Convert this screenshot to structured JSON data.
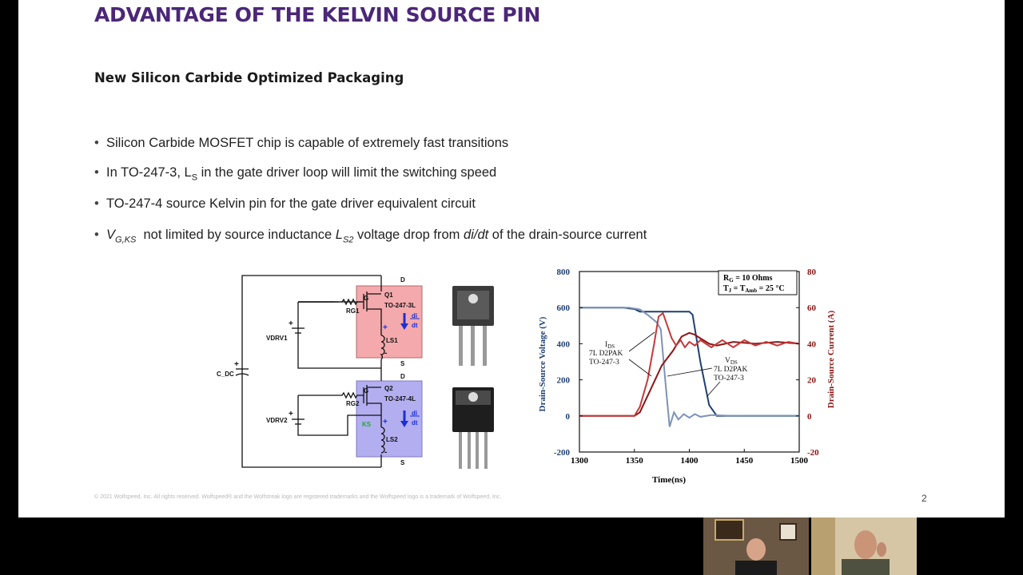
{
  "slide": {
    "title": "ADVANTAGE OF THE KELVIN SOURCE PIN",
    "subtitle": "New Silicon Carbide Optimized Packaging",
    "bullets": [
      {
        "text": "Silicon Carbide MOSFET chip is capable of extremely fast transitions"
      },
      {
        "pre": "In TO-247-3, L",
        "sub": "S",
        "post": " in the gate driver loop will limit the switching speed"
      },
      {
        "text": "TO-247-4 source Kelvin pin for the gate driver equivalent circuit"
      },
      {
        "v": "V",
        "vsub": "G,KS",
        "mid": "  not limited by source inductance ",
        "l": "L",
        "lsub": "S2",
        "mid2": " voltage drop from ",
        "didt": "di/dt",
        "post": " of the drain-source current"
      }
    ],
    "footer": "© 2021 Wolfspeed, Inc. All rights reserved. Wolfspeed® and the Wolfstreak logo are registered trademarks and the Wolfspeed logo is a trademark of Wolfspeed, Inc.",
    "page_number": "2"
  },
  "circuit": {
    "labels": {
      "d1": "D",
      "s1": "S",
      "d2": "D",
      "s2": "S",
      "g1": "G",
      "g2": "G",
      "q1": "Q1",
      "q1pkg": "TO-247-3L",
      "q2": "Q2",
      "q2pkg": "TO-247-4L",
      "rg1": "RG1",
      "rg2": "RG2",
      "ls1": "LS1",
      "ls2": "LS2",
      "vdrv1": "VDRV1",
      "vdrv2": "VDRV2",
      "cdc": "C_DC",
      "ks": "KS",
      "di": "di",
      "dt": "dt",
      "plus": "+",
      "minus": "-"
    },
    "colors": {
      "box1": "#f4a9ac",
      "box2": "#b3aef0",
      "arrow": "#1a2fd6",
      "ks": "#1faa3a"
    }
  },
  "chart_data": {
    "type": "line",
    "xlabel": "Time(ns)",
    "ylabel": "Drain-Source Voltage (V)",
    "y2label": "Drain-Source Current (A)",
    "xlim": [
      1300,
      1500
    ],
    "ylim": [
      -200,
      800
    ],
    "y2lim": [
      -20,
      80
    ],
    "xticks": [
      1300,
      1350,
      1400,
      1450,
      1500
    ],
    "yticks": [
      800,
      600,
      400,
      200,
      0,
      -200
    ],
    "y2ticks": [
      80,
      60,
      40,
      20,
      0,
      -20
    ],
    "legend": {
      "line1_pre": "R",
      "line1_sub": "G",
      "line1_post": " = 10 Ohms",
      "line2_pre": "T",
      "line2_sub": "J",
      "line2_mid": " = T",
      "line2_sub2": "Amb",
      "line2_post": " = 25 °C"
    },
    "annotations": {
      "ids": {
        "main": "I",
        "sub": "DS",
        "l2": "7L D2PAK",
        "l3": "TO-247-3"
      },
      "vds": {
        "main": "V",
        "sub": "DS",
        "l2": "7L D2PAK",
        "l3": "TO-247-3"
      }
    },
    "series": [
      {
        "color": "#1f3f73",
        "axis": "left",
        "x": [
          1300,
          1340,
          1350,
          1355,
          1400,
          1403,
          1410,
          1418,
          1425,
          1440,
          1460,
          1480,
          1500
        ],
        "y": [
          600,
          600,
          592,
          578,
          578,
          560,
          300,
          60,
          0,
          0,
          0,
          0,
          0
        ]
      },
      {
        "color": "#7d93b8",
        "axis": "left",
        "x": [
          1300,
          1345,
          1355,
          1362,
          1370,
          1374,
          1378,
          1382,
          1386,
          1390,
          1395,
          1400,
          1405,
          1410,
          1420,
          1440,
          1460,
          1500
        ],
        "y": [
          600,
          600,
          590,
          560,
          520,
          480,
          200,
          -60,
          20,
          -20,
          10,
          -10,
          10,
          -5,
          5,
          0,
          0,
          0
        ]
      },
      {
        "color": "#8b1515",
        "axis": "right",
        "x": [
          1300,
          1350,
          1355,
          1365,
          1375,
          1385,
          1393,
          1400,
          1405,
          1410,
          1418,
          1425,
          1440,
          1460,
          1480,
          1500
        ],
        "y": [
          0,
          0,
          2,
          15,
          28,
          36,
          44,
          46,
          45,
          43,
          40,
          39,
          41,
          40,
          41,
          40
        ]
      },
      {
        "color": "#c33a3a",
        "axis": "right",
        "x": [
          1300,
          1350,
          1355,
          1362,
          1368,
          1372,
          1376,
          1380,
          1384,
          1388,
          1392,
          1396,
          1400,
          1405,
          1410,
          1420,
          1430,
          1440,
          1450,
          1460,
          1470,
          1480,
          1490,
          1500
        ],
        "y": [
          0,
          0,
          5,
          20,
          40,
          55,
          57,
          50,
          43,
          39,
          42,
          38,
          41,
          39,
          42,
          38,
          42,
          38,
          42,
          39,
          41,
          39,
          41,
          40
        ]
      }
    ]
  }
}
